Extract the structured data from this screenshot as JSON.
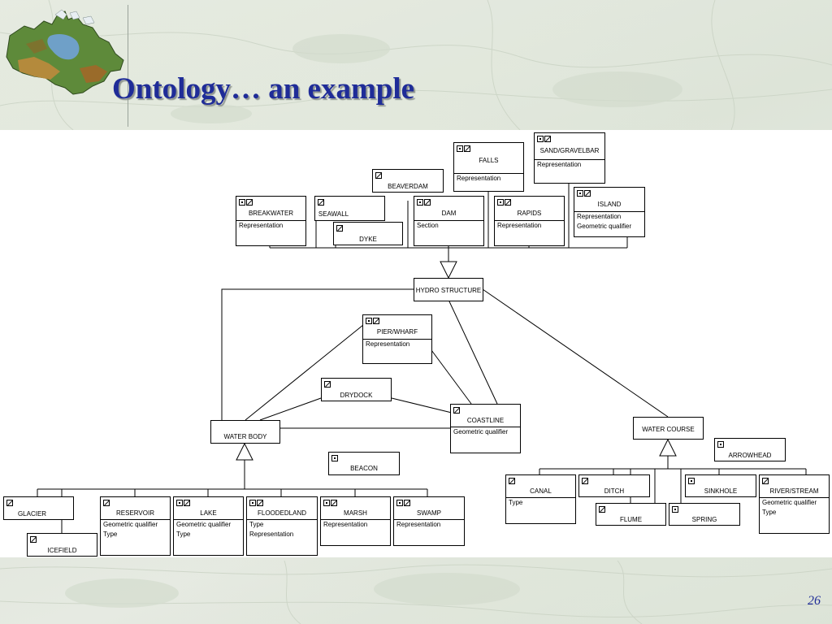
{
  "slide": {
    "title": "Ontology… an example",
    "page_number": "26"
  },
  "nodes": {
    "falls": {
      "name": "FALLS",
      "icons": [
        "point-icon",
        "line-icon"
      ],
      "attrs": [
        "Representation"
      ]
    },
    "sand_gravel_bar": {
      "name": "SAND/GRAVELBAR",
      "icons": [
        "point-icon",
        "line-icon"
      ],
      "attrs": [
        "Representation"
      ]
    },
    "beaverdam": {
      "name": "BEAVERDAM",
      "icons": [
        "line-icon"
      ],
      "attrs": []
    },
    "breakwater": {
      "name": "BREAKWATER",
      "icons": [
        "point-icon",
        "line-icon"
      ],
      "attrs": [
        "Representation"
      ]
    },
    "seawall": {
      "name": "SEAWALL",
      "icons": [
        "line-icon"
      ],
      "attrs": []
    },
    "dyke": {
      "name": "DYKE",
      "icons": [
        "line-icon"
      ],
      "attrs": []
    },
    "dam": {
      "name": "DAM",
      "icons": [
        "point-icon",
        "line-icon"
      ],
      "attrs": [
        "Section"
      ]
    },
    "rapids": {
      "name": "RAPIDS",
      "icons": [
        "point-icon",
        "line-icon"
      ],
      "attrs": [
        "Representation"
      ]
    },
    "island": {
      "name": "ISLAND",
      "icons": [
        "point-icon",
        "line-icon"
      ],
      "attrs": [
        "Representation",
        "Geometric qualifier"
      ]
    },
    "hydro_structure": {
      "name": "HYDRO STRUCTURE",
      "icons": [],
      "attrs": []
    },
    "pier_wharf": {
      "name": "PIER/WHARF",
      "icons": [
        "point-icon",
        "line-icon"
      ],
      "attrs": [
        "Representation"
      ]
    },
    "drydock": {
      "name": "DRYDOCK",
      "icons": [
        "line-icon"
      ],
      "attrs": []
    },
    "coastline": {
      "name": "COASTLINE",
      "icons": [
        "line-icon"
      ],
      "attrs": [
        "Geometric qualifier"
      ]
    },
    "water_body": {
      "name": "WATER BODY",
      "icons": [],
      "attrs": []
    },
    "water_course": {
      "name": "WATER COURSE",
      "icons": [],
      "attrs": []
    },
    "arrowhead": {
      "name": "ARROWHEAD",
      "icons": [
        "point-icon"
      ],
      "attrs": []
    },
    "beacon": {
      "name": "BEACON",
      "icons": [
        "point-icon"
      ],
      "attrs": []
    },
    "glacier": {
      "name": "GLACIER",
      "icons": [
        "line-icon"
      ],
      "attrs": []
    },
    "icefield": {
      "name": "ICEFIELD",
      "icons": [
        "line-icon"
      ],
      "attrs": []
    },
    "reservoir": {
      "name": "RESERVOIR",
      "icons": [
        "line-icon"
      ],
      "attrs": [
        "Geometric qualifier",
        "Type"
      ]
    },
    "lake": {
      "name": "LAKE",
      "icons": [
        "point-icon",
        "line-icon"
      ],
      "attrs": [
        "Geometric qualifier",
        "Type"
      ]
    },
    "floodedland": {
      "name": "FLOODEDLAND",
      "icons": [
        "point-icon",
        "line-icon"
      ],
      "attrs": [
        "Type",
        "Representation"
      ]
    },
    "marsh": {
      "name": "MARSH",
      "icons": [
        "point-icon",
        "line-icon"
      ],
      "attrs": [
        "Representation"
      ]
    },
    "swamp": {
      "name": "SWAMP",
      "icons": [
        "point-icon",
        "line-icon"
      ],
      "attrs": [
        "Representation"
      ]
    },
    "canal": {
      "name": "CANAL",
      "icons": [
        "line-icon"
      ],
      "attrs": [
        "Type"
      ]
    },
    "ditch": {
      "name": "DITCH",
      "icons": [
        "line-icon"
      ],
      "attrs": []
    },
    "flume": {
      "name": "FLUME",
      "icons": [
        "line-icon"
      ],
      "attrs": []
    },
    "sinkhole": {
      "name": "SINKHOLE",
      "icons": [
        "point-icon"
      ],
      "attrs": []
    },
    "spring": {
      "name": "SPRING",
      "icons": [
        "point-icon"
      ],
      "attrs": []
    },
    "river_stream": {
      "name": "RIVER/STREAM",
      "icons": [
        "line-icon"
      ],
      "attrs": [
        "Geometric qualifier",
        "Type"
      ]
    }
  },
  "colors": {
    "title": "#1f2c98",
    "diagram_lines": "#000000",
    "panel_background": "#ffffff"
  }
}
